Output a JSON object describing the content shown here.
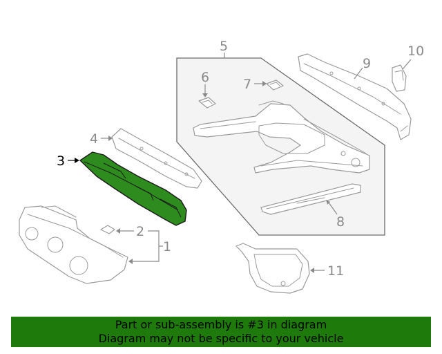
{
  "colors": {
    "highlight_part": "#2e8b1e",
    "banner_background": "#1f7a0c",
    "panel_background": "#f4f4f4",
    "line_art": "#9a9a9a",
    "callout_text": "#8a8a8a"
  },
  "callouts": {
    "c1": "1",
    "c2": "2",
    "c3": "3",
    "c4": "4",
    "c5": "5",
    "c6": "6",
    "c7": "7",
    "c8": "8",
    "c9": "9",
    "c10": "10",
    "c11": "11"
  },
  "highlighted_callout": "3",
  "banner": {
    "line1": "Part or sub-assembly is #3 in diagram",
    "line2": "Diagram may not be specific to your vehicle"
  }
}
